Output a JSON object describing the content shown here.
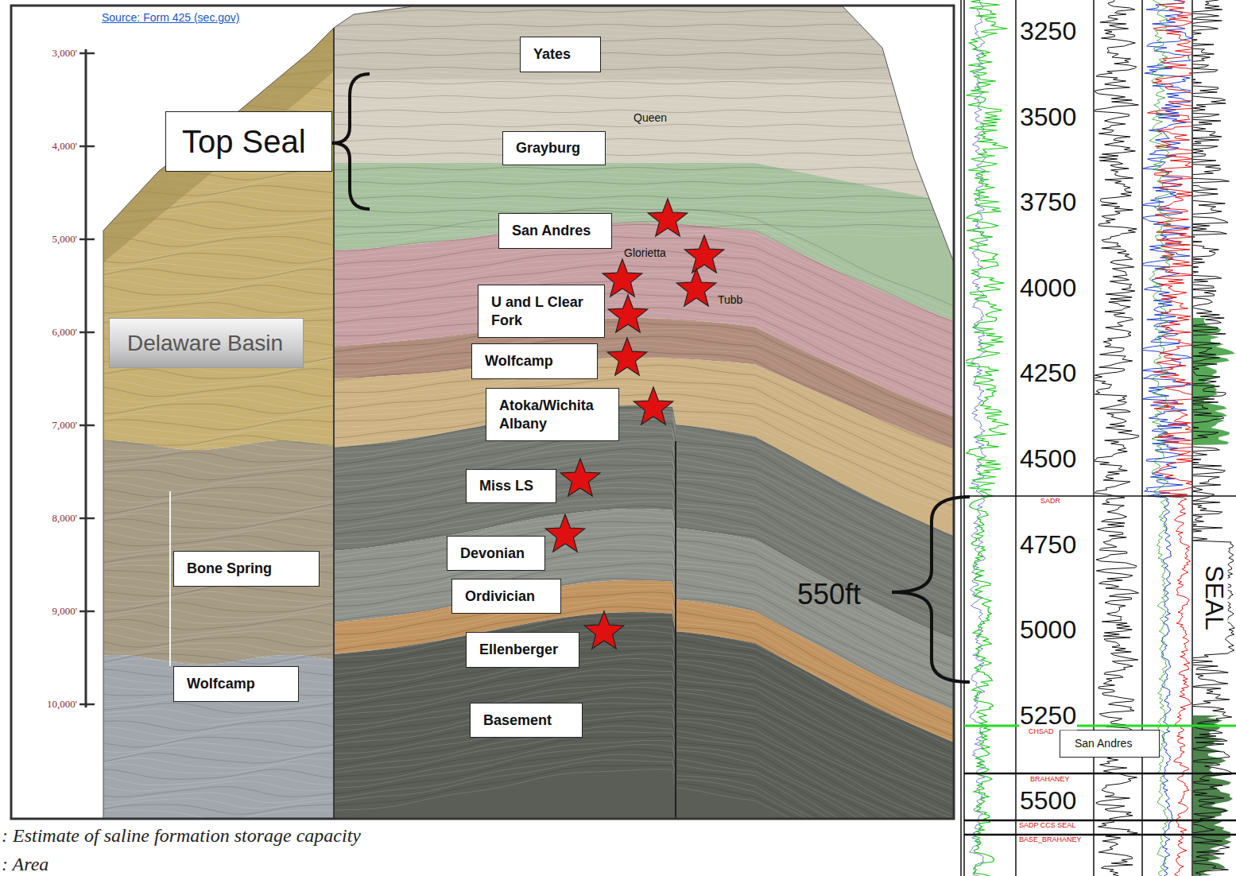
{
  "diagram": {
    "nodes": [
      {
        "text": [
          "Yates"
        ]
      },
      {
        "text": [
          "Top Seal"
        ]
      },
      {
        "text": [
          "Grayburg"
        ]
      },
      {
        "text": [
          "San Andres"
        ]
      },
      {
        "text": [
          "U and L Clear Fork"
        ]
      },
      {
        "text": [
          "Delaware Basin"
        ]
      },
      {
        "text": [
          "Wolfcamp"
        ]
      },
      {
        "text": [
          "Atoka/Wichita Albany"
        ]
      },
      {
        "text": [
          "Miss LS"
        ]
      },
      {
        "text": [
          "Devonian"
        ]
      },
      {
        "text": [
          "Bone Spring"
        ]
      },
      {
        "text": [
          "Ordivician"
        ]
      },
      {
        "text": [
          "Ellenberger"
        ]
      },
      {
        "text": [
          "Wolfcamp"
        ]
      },
      {
        "text": [
          "Basement"
        ]
      },
      {
        "text": [
          "San Andres"
        ]
      }
    ],
    "labels": [
      "Source:  Form 425 (sec.gov)",
      "3,000'",
      "4,000'",
      "5,000'",
      "6,000'",
      "7,000'",
      "8,000'",
      "9,000'",
      "10,000'",
      "Queen",
      "Glorietta",
      "Tubb",
      "550ft",
      "3250",
      "3500",
      "3750",
      "4000",
      "4250",
      "4500",
      "4750",
      "5000",
      "5250",
      "5500",
      "SEAL",
      "SADR",
      "CHSAD",
      "BRAHANEY",
      "SADP CCS SEAL",
      "BASE_BRAHANEY",
      ": Estimate of saline formation storage capacity",
      ": Area"
    ]
  }
}
